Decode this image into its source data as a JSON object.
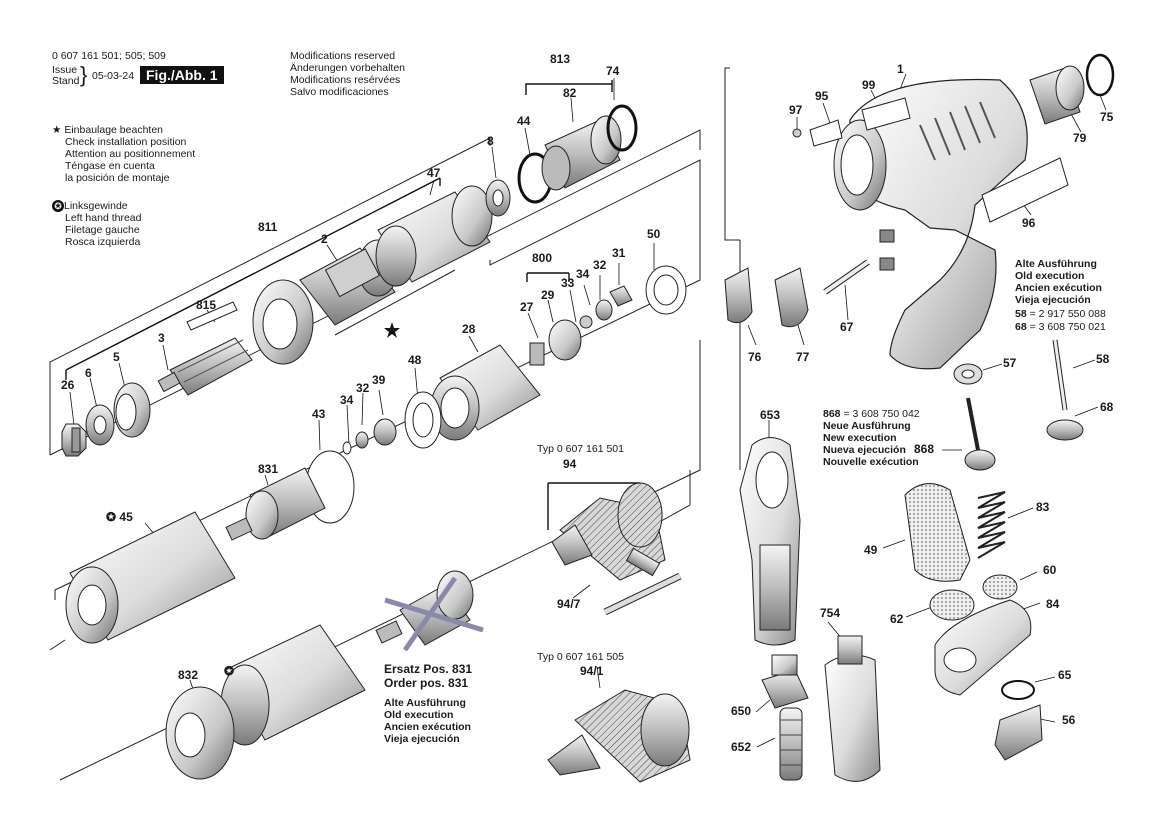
{
  "header": {
    "part_numbers": "0 607 161 501; 505; 509",
    "issue": "Issue",
    "stand": "Stand",
    "date": "05-03-24",
    "fig": "Fig./Abb. 1"
  },
  "modifications": [
    "Modifications reserved",
    "Änderungen vorbehalten",
    "Modifications resérvées",
    "Salvo modificaciones"
  ],
  "install_note": [
    "Einbaulage beachten",
    "Check installation position",
    "Attention au positionnement",
    "Téngase en cuenta",
    "la posición de montaje"
  ],
  "left_thread": [
    "Linksgewinde",
    "Left hand thread",
    "Filetage gauche",
    "Rosca izquierda"
  ],
  "old_exec_right": [
    "Alte Ausführung",
    "Old execution",
    "Ancien exécution",
    "Vieja ejecución"
  ],
  "old_exec_codes": [
    {
      "num": "58",
      "code": " = 2 917 550 088"
    },
    {
      "num": "68",
      "code": " = 3 608 750 021"
    }
  ],
  "new_exec": {
    "num": "868",
    "code": " = 3 608 750 042",
    "lines": [
      "Neue Ausführung",
      "New execution",
      "Nueva ejecución",
      "Nouvelle exécution"
    ]
  },
  "typ1": "Typ 0 607 161 501",
  "typ2": "Typ 0 607 161 505",
  "replacement": {
    "lines": [
      "Ersatz Pos. 831",
      "Order pos. 831"
    ],
    "old_lines": [
      "Alte Ausführung",
      "Old execution",
      "Ancien exécution",
      "Vieja ejecución"
    ]
  },
  "labels": {
    "l813": "813",
    "l74": "74",
    "l82": "82",
    "l44": "44",
    "l8": "8",
    "l47": "47",
    "l811": "811",
    "l2": "2",
    "l815": "815",
    "l3": "3",
    "l5": "5",
    "l6": "6",
    "l26": "26",
    "l1": "1",
    "l99": "99",
    "l95": "95",
    "l97": "97",
    "l79": "79",
    "l75": "75",
    "l96": "96",
    "l800": "800",
    "l33": "33",
    "l34a": "34",
    "l32a": "32",
    "l31": "31",
    "l50": "50",
    "l27": "27",
    "l29": "29",
    "l28": "28",
    "l48": "48",
    "l39": "39",
    "l32b": "32",
    "l34b": "34",
    "l43": "43",
    "l831": "831",
    "l45": "45",
    "l76": "76",
    "l77": "77",
    "l67": "67",
    "l57": "57",
    "l58": "58",
    "l68": "68",
    "l653": "653",
    "l868": "868",
    "l94": "94",
    "l947": "94/7",
    "l941": "94/1",
    "l83": "83",
    "l49": "49",
    "l60": "60",
    "l62": "62",
    "l84": "84",
    "l754": "754",
    "l650": "650",
    "l652": "652",
    "l65": "65",
    "l56": "56",
    "l832": "832"
  }
}
